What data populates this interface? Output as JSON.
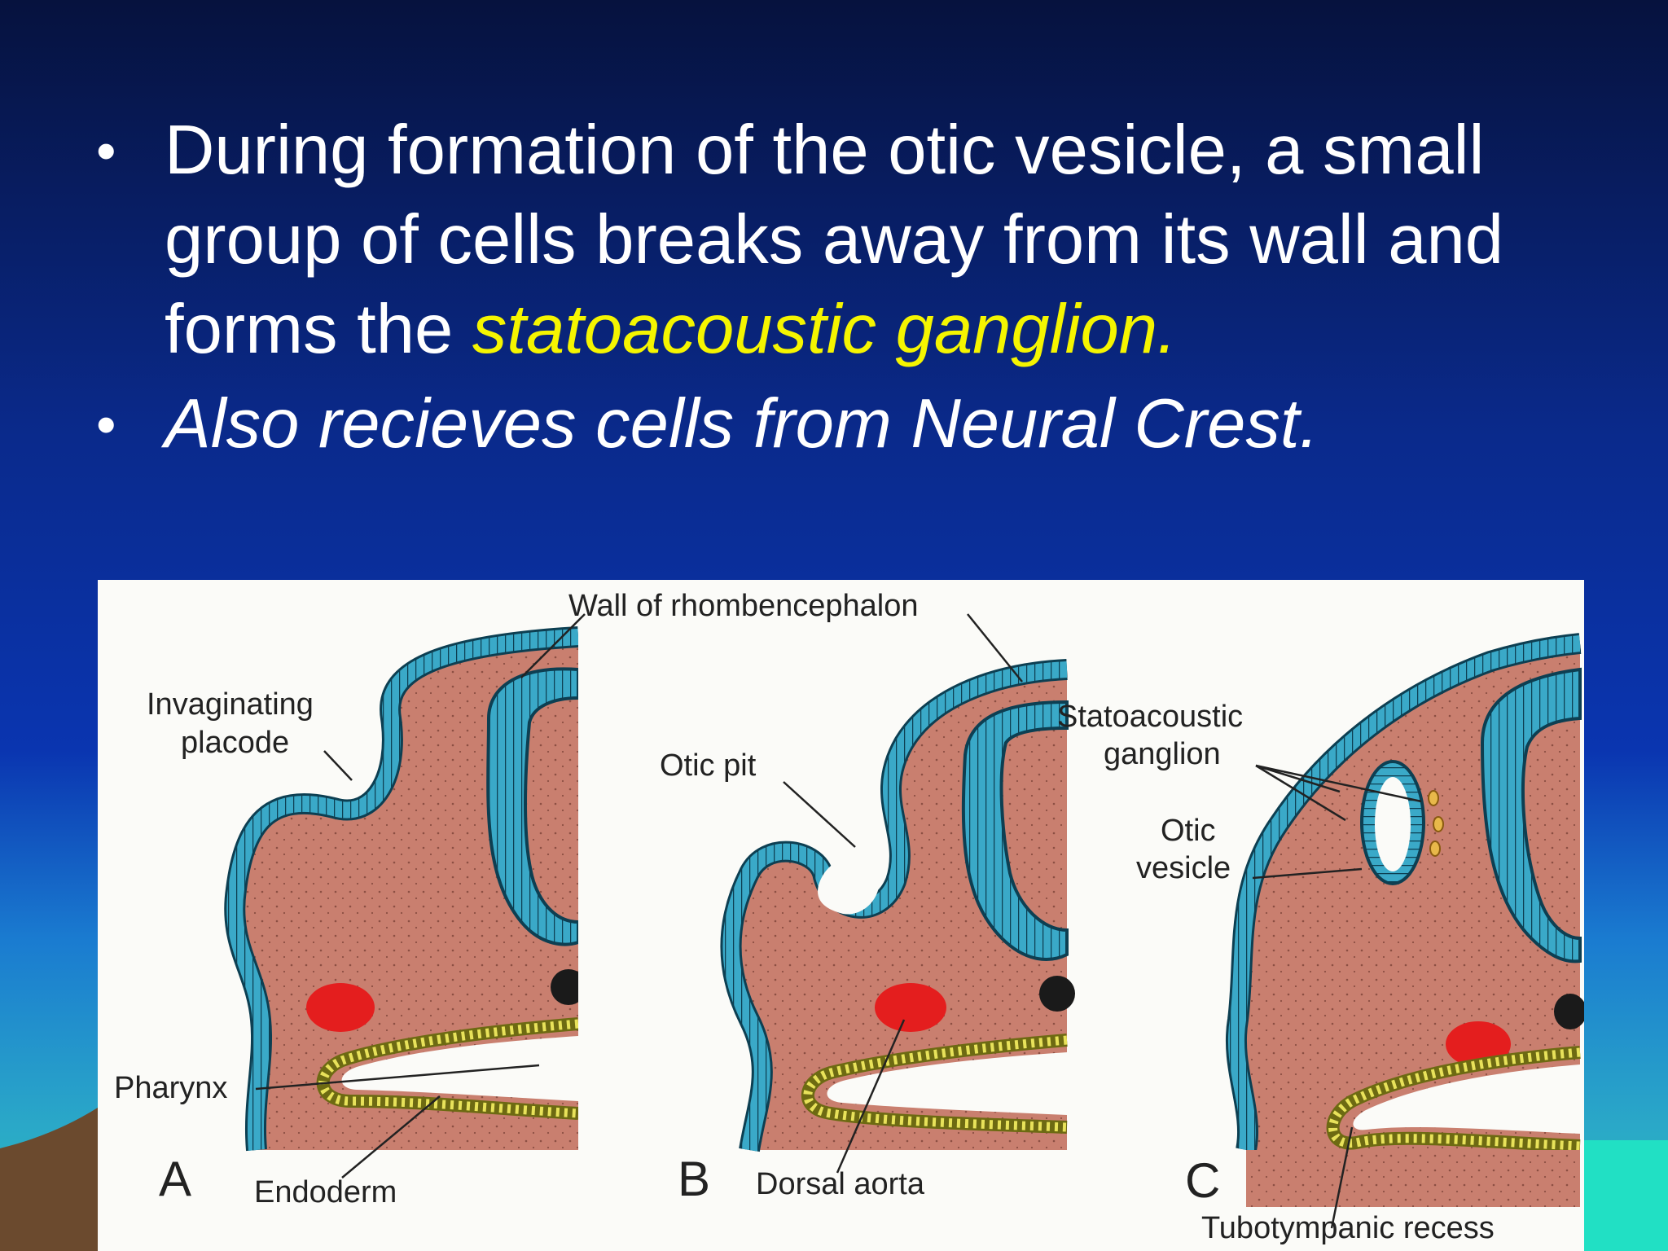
{
  "slide": {
    "bullets": [
      {
        "text_before": "During formation of the otic vesicle, a small group of cells breaks away from its wall and forms the ",
        "highlight": "statoacoustic ganglion."
      },
      {
        "text": "Also recieves cells from Neural Crest."
      }
    ],
    "bullet_symbol": "•",
    "colors": {
      "background_top": "#06123e",
      "background_mid": "#0a2a8c",
      "highlight": "#f5f500",
      "text": "#ffffff",
      "mesenchyme": "#c97f6f",
      "ectoderm": "#3aa9c8",
      "endoderm": "#e8e25a",
      "vessel": "#e41e1e"
    }
  },
  "figure": {
    "labels": {
      "wall": "Wall of rhombencephalon",
      "invaginating": "Invaginating",
      "placode": "placode",
      "pharynx": "Pharynx",
      "endoderm": "Endoderm",
      "otic_pit": "Otic pit",
      "dorsal_aorta": "Dorsal aorta",
      "statoacoustic": "Statoacoustic",
      "ganglion": "ganglion",
      "otic": "Otic",
      "vesicle": "vesicle",
      "tubotympanic": "Tubotympanic recess"
    },
    "panels": [
      "A",
      "B",
      "C"
    ]
  }
}
